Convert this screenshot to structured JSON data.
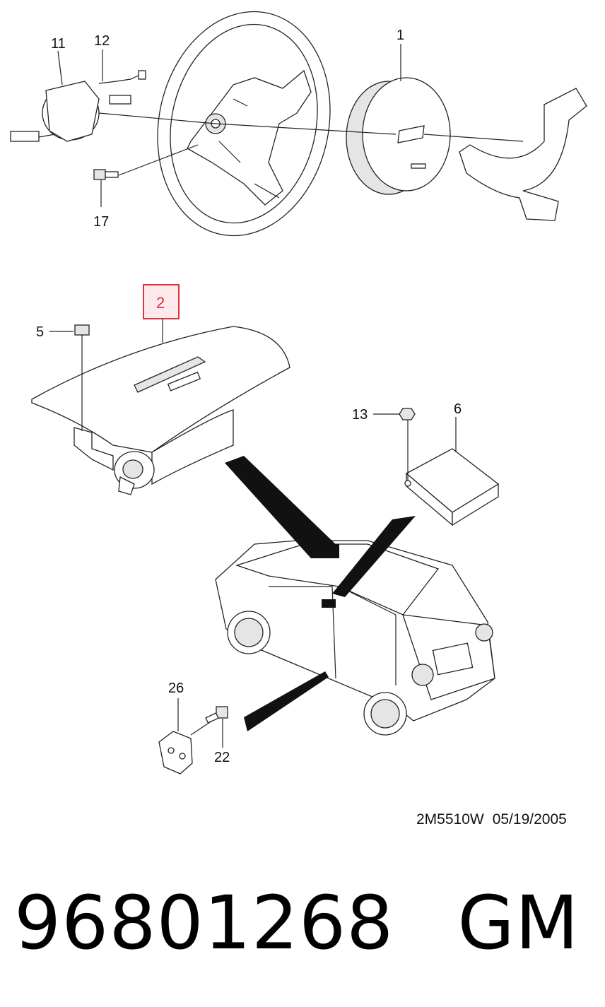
{
  "callouts": {
    "c1": "1",
    "c2": "2",
    "c5": "5",
    "c6": "6",
    "c11": "11",
    "c12": "12",
    "c13": "13",
    "c17": "17",
    "c22": "22",
    "c26": "26"
  },
  "highlighted_callout": "2",
  "footer": {
    "drawing_code": "2M5510W",
    "date": "05/19/2005"
  },
  "part_number": "96801268",
  "brand": "GM",
  "colors": {
    "highlight_stroke": "#d9343f",
    "highlight_fill": "#fde9ec",
    "ink": "#111111"
  }
}
